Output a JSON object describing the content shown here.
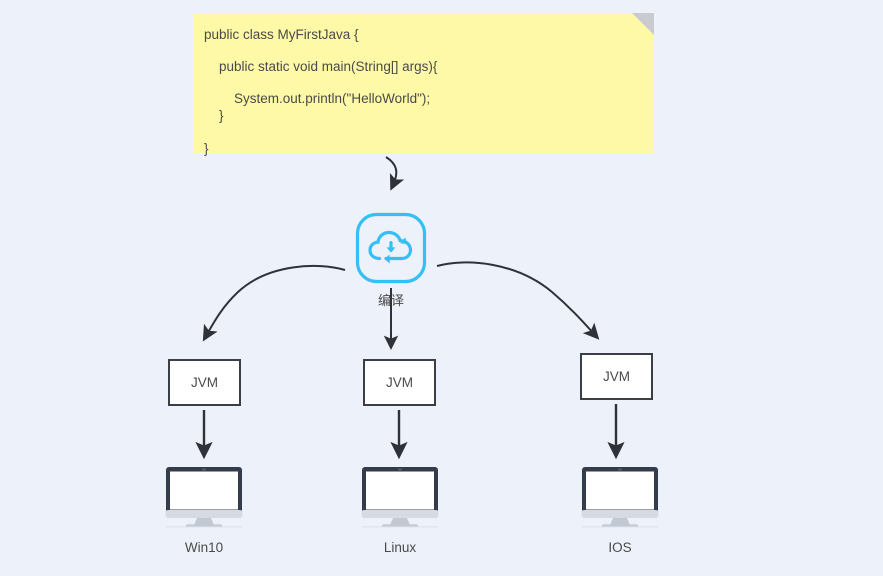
{
  "diagram": {
    "background_color": "#edf1f9",
    "title_note": {
      "name": "java-source-code-note",
      "background_color": "#fdf9a6",
      "fold_color": "#c9cbd0",
      "lines": [
        "public class MyFirstJava {",
        "public static void main(String[] args){",
        "System.out.println(\"HelloWorld\");",
        "}",
        "}"
      ]
    },
    "compile_node": {
      "icon": "cloud-sync-icon",
      "label": "编译",
      "color": "#35c0f5"
    },
    "jvm_boxes": [
      {
        "label": "JVM"
      },
      {
        "label": "JVM"
      },
      {
        "label": "JVM"
      }
    ],
    "platforms": [
      {
        "label": "Win10",
        "icon": "monitor-icon"
      },
      {
        "label": "Linux",
        "icon": "monitor-icon"
      },
      {
        "label": "IOS",
        "icon": "monitor-icon"
      }
    ],
    "arrow_color": "#2f3238"
  }
}
